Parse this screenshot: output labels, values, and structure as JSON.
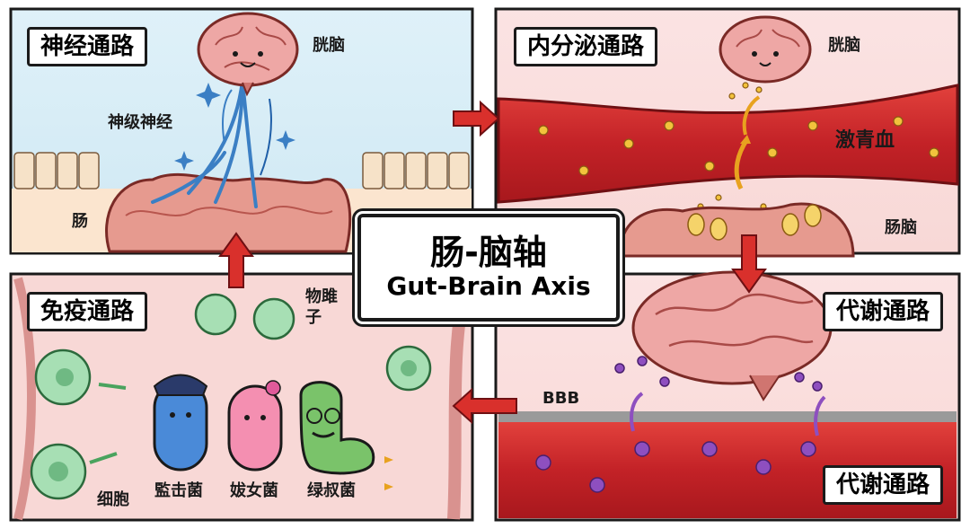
{
  "center": {
    "title_cn": "肠-脑轴",
    "title_en": "Gut-Brain Axis"
  },
  "panels": {
    "neural": {
      "title": "神经通路",
      "brain_label": "胱脑",
      "nerve_label": "神级神经",
      "gut_label": "肠"
    },
    "endocrine": {
      "title": "内分泌通路",
      "brain_label": "胱脑",
      "blood_label": "激青血",
      "gut_label": "肠脑"
    },
    "immune": {
      "title": "免疫通路",
      "top_label_line1": "物雎",
      "top_label_line2": "子",
      "cell_label": "细胞",
      "bacteria": [
        "監击菌",
        "妭女菌",
        "绿叔菌"
      ]
    },
    "metabolic": {
      "title_top": "代谢通路",
      "title_bottom": "代谢通路",
      "barrier_label": "BBB"
    }
  },
  "colors": {
    "outline": "#1a1a1a",
    "arrow": "#d9302c",
    "blood": "#c8262a",
    "brain": "#eea7a5",
    "gut": "#e69a8f"
  }
}
